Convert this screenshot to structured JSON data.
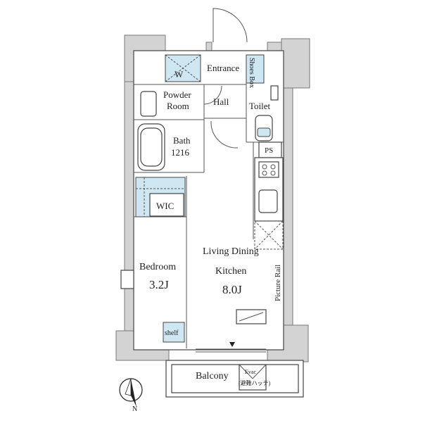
{
  "plan": {
    "rooms": {
      "entrance": "Entrance",
      "shoes_box": "Shoes Box",
      "w": "W",
      "powder_room_line1": "Powder",
      "powder_room_line2": "Room",
      "hall": "Hall",
      "toilet": "Toilet",
      "bath_line1": "Bath",
      "bath_line2": "1216",
      "ps": "PS",
      "wic": "WIC",
      "ldk_line1": "Living Dining",
      "ldk_line2": "Kitchen",
      "ldk_size": "8.0J",
      "bedroom": "Bedroom",
      "bedroom_size": "3.2J",
      "shelf": "shelf",
      "picture_rail": "Picture Rail",
      "balcony": "Balcony",
      "evac_line1": "Evac",
      "evac_line2": "(避難ハッチ)",
      "north": "N"
    }
  }
}
